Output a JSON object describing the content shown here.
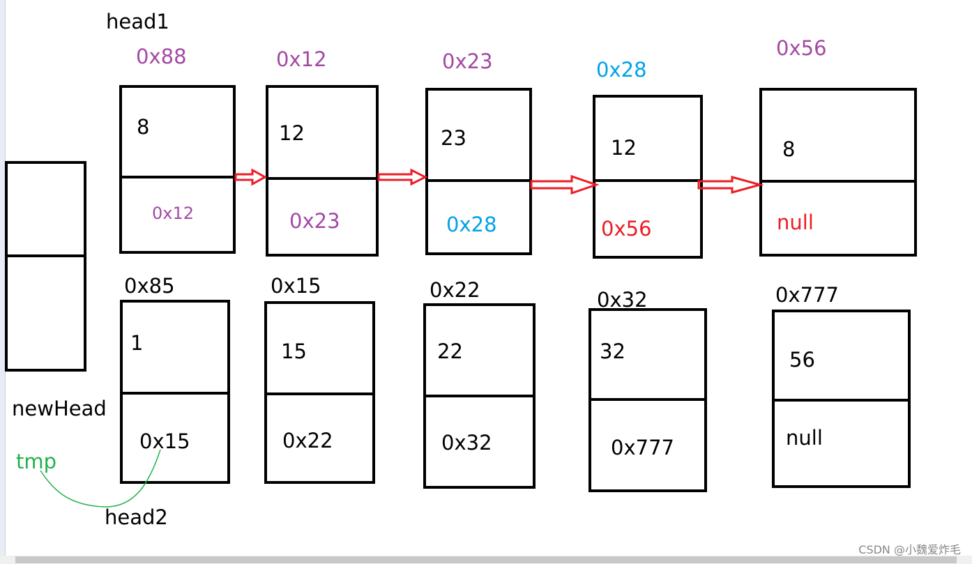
{
  "labels": {
    "head1": "head1",
    "head2": "head2",
    "newHead": "newHead",
    "tmp": "tmp"
  },
  "list1": {
    "nodes": [
      {
        "addr": "0x88",
        "value": "8",
        "next": "0x12"
      },
      {
        "addr": "0x12",
        "value": "12",
        "next": "0x23"
      },
      {
        "addr": "0x23",
        "value": "23",
        "next": "0x28"
      },
      {
        "addr": "0x28",
        "value": "12",
        "next": "0x56"
      },
      {
        "addr": "0x56",
        "value": "8",
        "next": "null"
      }
    ]
  },
  "list2": {
    "nodes": [
      {
        "addr": "0x85",
        "value": "1",
        "next": "0x15"
      },
      {
        "addr": "0x15",
        "value": "15",
        "next": "0x22"
      },
      {
        "addr": "0x22",
        "value": "22",
        "next": "0x32"
      },
      {
        "addr": "0x32",
        "value": "32",
        "next": "0x777"
      },
      {
        "addr": "0x777",
        "value": "56",
        "next": "null"
      }
    ]
  },
  "colors": {
    "purple": "#a349a4",
    "blue": "#00a2e8",
    "red": "#ed1c24",
    "green": "#22b14c",
    "arrow": "#ed1c24"
  },
  "watermark": "CSDN @小魏爱炸毛"
}
